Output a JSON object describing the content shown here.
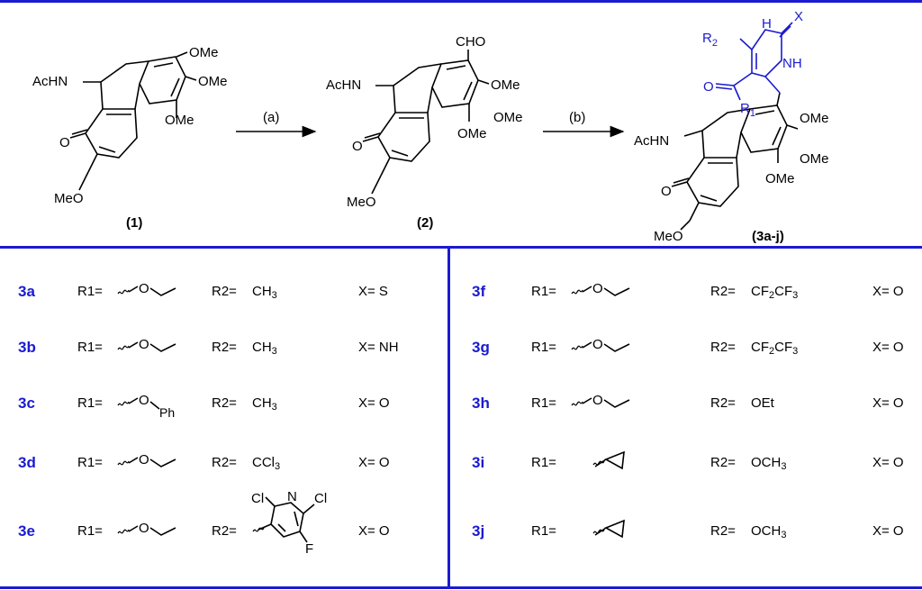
{
  "scheme": {
    "compounds": [
      {
        "id": "1",
        "label": "(1)"
      },
      {
        "id": "2",
        "label": "(2)"
      },
      {
        "id": "3",
        "label": "(3a-j)"
      }
    ],
    "steps": [
      {
        "id": "a",
        "label": "(a)"
      },
      {
        "id": "b",
        "label": "(b)"
      }
    ],
    "groups": {
      "ome": "OMe",
      "achn": "AcHN",
      "meo": "MeO",
      "cho": "CHO",
      "o": "O",
      "h": "H",
      "nh": "NH",
      "x": "X",
      "r2": "R",
      "r2_sub": "2",
      "r1": "R",
      "r1_sub": "1"
    }
  },
  "table": {
    "r1_label": "R1=",
    "r2_label": "R2=",
    "rows_left": [
      {
        "id": "3a",
        "r1": "ethoxy",
        "r2": "CH",
        "r2_sub": "3",
        "x": "X= S"
      },
      {
        "id": "3b",
        "r1": "ethoxy",
        "r2": "CH",
        "r2_sub": "3",
        "x": "X= NH"
      },
      {
        "id": "3c",
        "r1": "phenoxy",
        "r2": "CH",
        "r2_sub": "3",
        "x": "X= O"
      },
      {
        "id": "3d",
        "r1": "ethoxy",
        "r2": "CCl",
        "r2_sub": "3",
        "x": "X= O"
      },
      {
        "id": "3e",
        "r1": "ethoxy",
        "r2": "pyridyl",
        "x": "X= O"
      }
    ],
    "rows_right": [
      {
        "id": "3f",
        "r1": "ethoxy",
        "r2_parts": [
          "CF",
          "2",
          "CF",
          "3"
        ],
        "x": "X= O"
      },
      {
        "id": "3g",
        "r1": "ethoxy",
        "r2_parts": [
          "CF",
          "2",
          "CF",
          "3"
        ],
        "x": "X= O"
      },
      {
        "id": "3h",
        "r1": "ethoxy",
        "r2": "OEt",
        "x": "X= O"
      },
      {
        "id": "3i",
        "r1": "cyclopropyl",
        "r2": "OCH",
        "r2_sub": "3",
        "x": "X= O"
      },
      {
        "id": "3j",
        "r1": "cyclopropyl",
        "r2": "OCH",
        "r2_sub": "3",
        "x": "X= O"
      }
    ],
    "fragments": {
      "o": "O",
      "ph": "Ph",
      "cl": "Cl",
      "n": "N",
      "f": "F"
    }
  },
  "colors": {
    "accent": "#1a1ad1",
    "ink": "#000000"
  }
}
